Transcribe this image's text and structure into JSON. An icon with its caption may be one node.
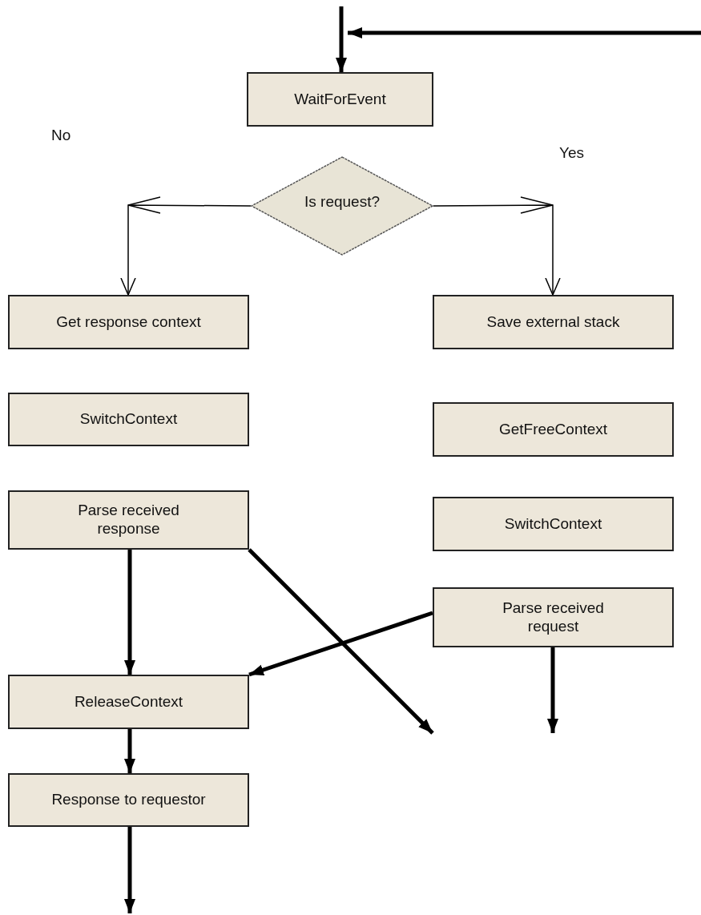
{
  "diagram": {
    "nodes": [
      {
        "text": [
          "WaitForEvent"
        ]
      },
      {
        "text": [
          "Is request?"
        ]
      },
      {
        "text": [
          "Get response context"
        ]
      },
      {
        "text": [
          "Save external stack"
        ]
      },
      {
        "text": [
          "SwitchContext"
        ]
      },
      {
        "text": [
          "GetFreeContext"
        ]
      },
      {
        "text": [
          "Parse received response"
        ]
      },
      {
        "text": [
          "SwitchContext"
        ]
      },
      {
        "text": [
          "Parse received request"
        ]
      },
      {
        "text": [
          "ReleaseContext"
        ]
      },
      {
        "text": [
          "Response to requestor"
        ]
      }
    ],
    "edges": [
      {
        "from": null,
        "to": 0,
        "arrow": "to"
      },
      {
        "from": null,
        "to": 0,
        "arrow": "to"
      },
      {
        "from": 1,
        "to": 2,
        "arrow": "to"
      },
      {
        "from": 1,
        "to": 3,
        "arrow": "to"
      },
      {
        "from": 6,
        "to": 9,
        "arrow": "to"
      },
      {
        "from": 6,
        "to": null,
        "arrow": "to"
      },
      {
        "from": 8,
        "to": 9,
        "arrow": "to"
      },
      {
        "from": 8,
        "to": null,
        "arrow": "to"
      },
      {
        "from": 9,
        "to": 10,
        "arrow": "to"
      },
      {
        "from": 10,
        "to": null,
        "arrow": "to"
      }
    ],
    "labels": [
      "No",
      "Yes"
    ]
  }
}
